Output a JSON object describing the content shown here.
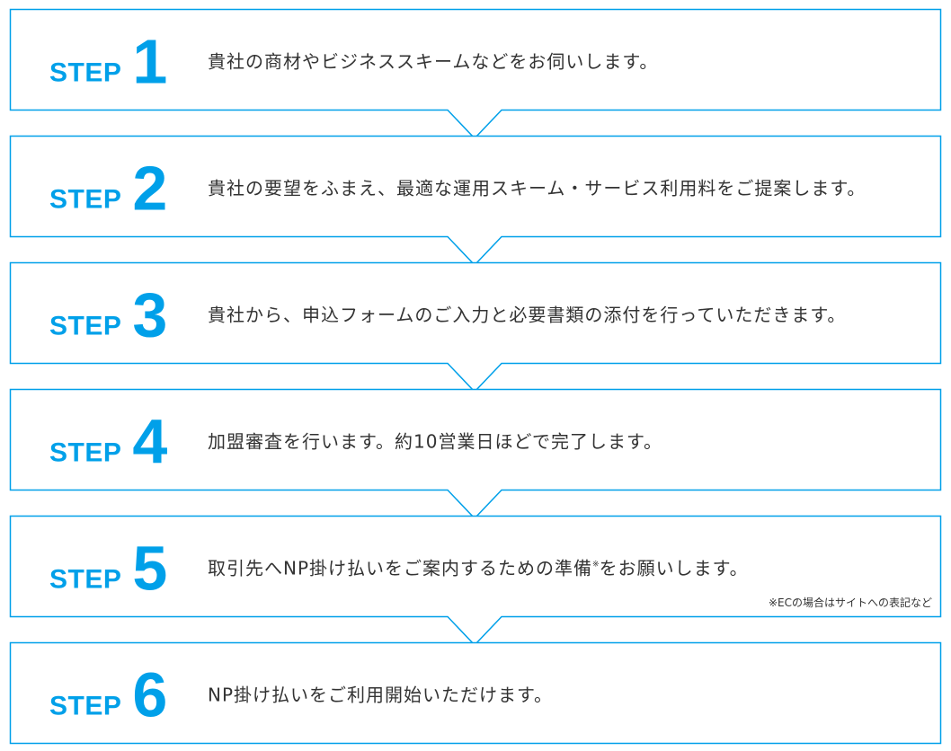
{
  "step_word": "STEP",
  "accent_color": "#00a0e9",
  "text_color": "#333333",
  "steps": [
    {
      "number": "1",
      "text": "貴社の商材やビジネススキームなどをお伺いします。"
    },
    {
      "number": "2",
      "text": "貴社の要望をふまえ、最適な運用スキーム・サービス利用料をご提案します。"
    },
    {
      "number": "3",
      "text": "貴社から、申込フォームのご入力と必要書類の添付を行っていただきます。"
    },
    {
      "number": "4",
      "text": "加盟審査を行います。約10営業日ほどで完了します。"
    },
    {
      "number": "5",
      "text": "取引先へNP掛け払いをご案内するための準備",
      "mark": "※",
      "text_after": "をお願いします。",
      "note": "※ECの場合はサイトへの表記など"
    },
    {
      "number": "6",
      "text": "NP掛け払いをご利用開始いただけます。"
    }
  ]
}
